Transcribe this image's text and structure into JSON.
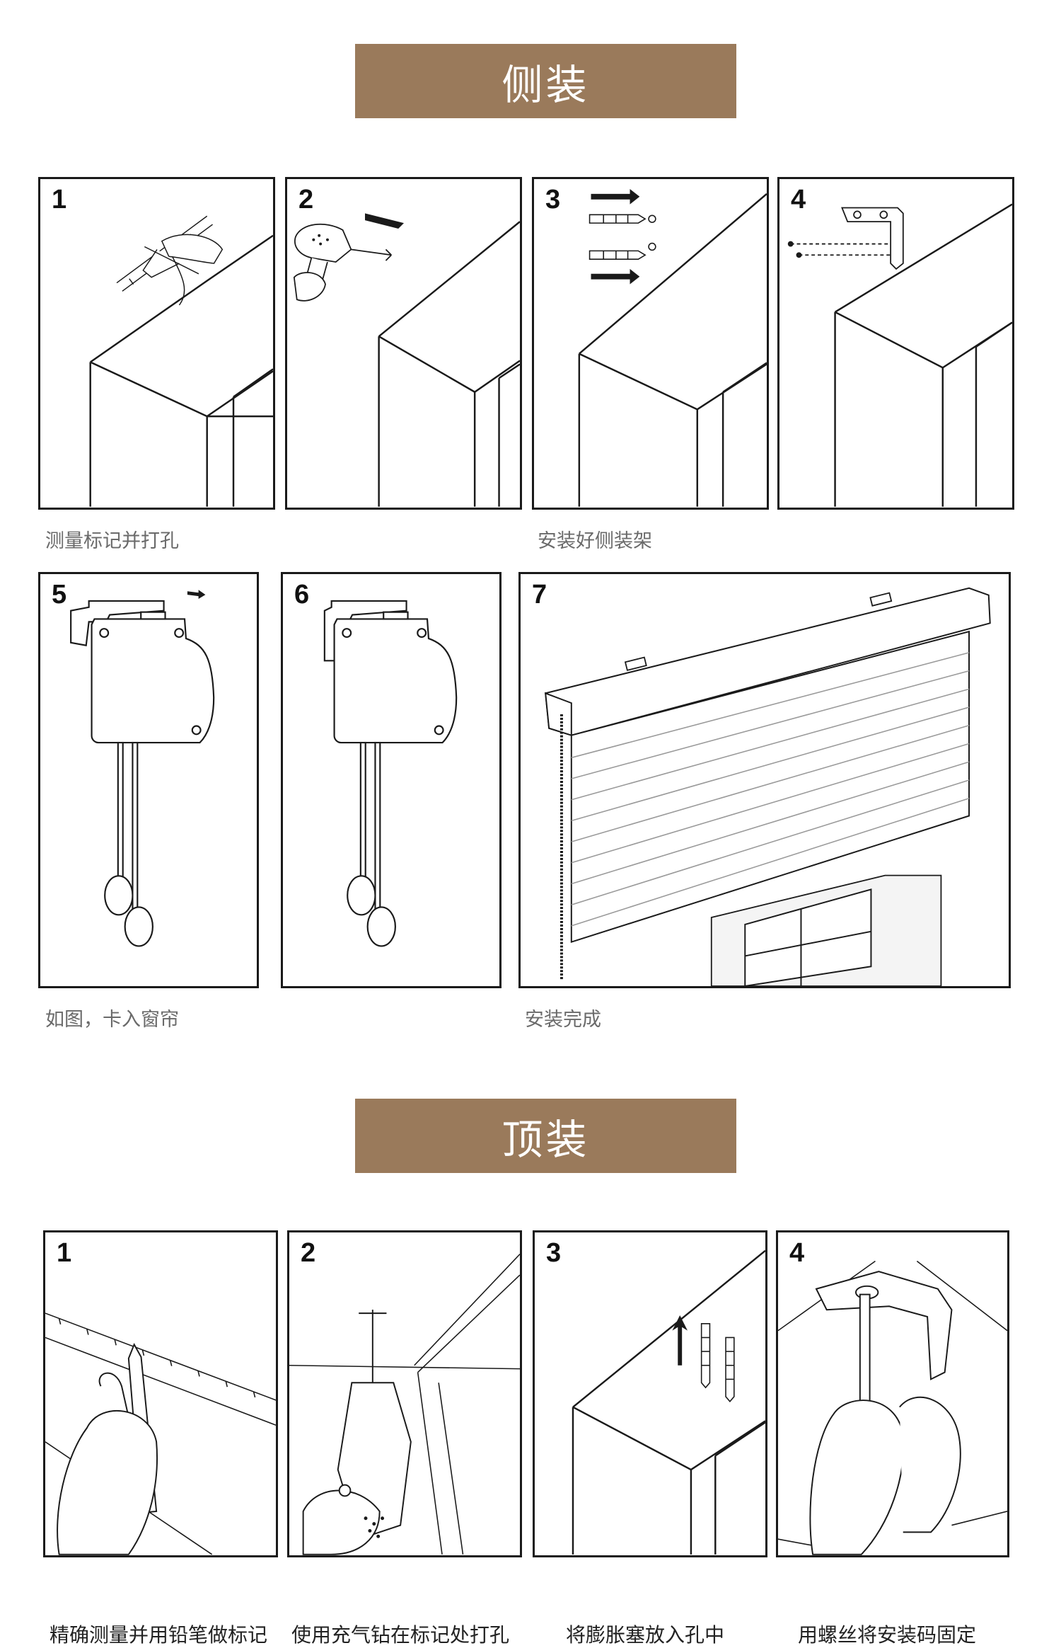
{
  "sections": [
    {
      "title": "侧装",
      "steps": [
        "1",
        "2",
        "3",
        "4",
        "5",
        "6",
        "7"
      ],
      "captions": [
        "测量标记并打孔",
        "安装好侧装架",
        "如图，卡入窗帘",
        "安装完成"
      ]
    },
    {
      "title": "顶装",
      "steps": [
        "1",
        "2",
        "3",
        "4"
      ],
      "captions": [
        "精确测量并用铅笔做标记",
        "使用充气钻在标记处打孔",
        "将膨胀塞放入孔中",
        "用螺丝将安装码固定"
      ]
    }
  ],
  "colors": {
    "banner": "#9a7a5b",
    "line": "#1a1a1a",
    "caption": "#6a6a6a"
  }
}
